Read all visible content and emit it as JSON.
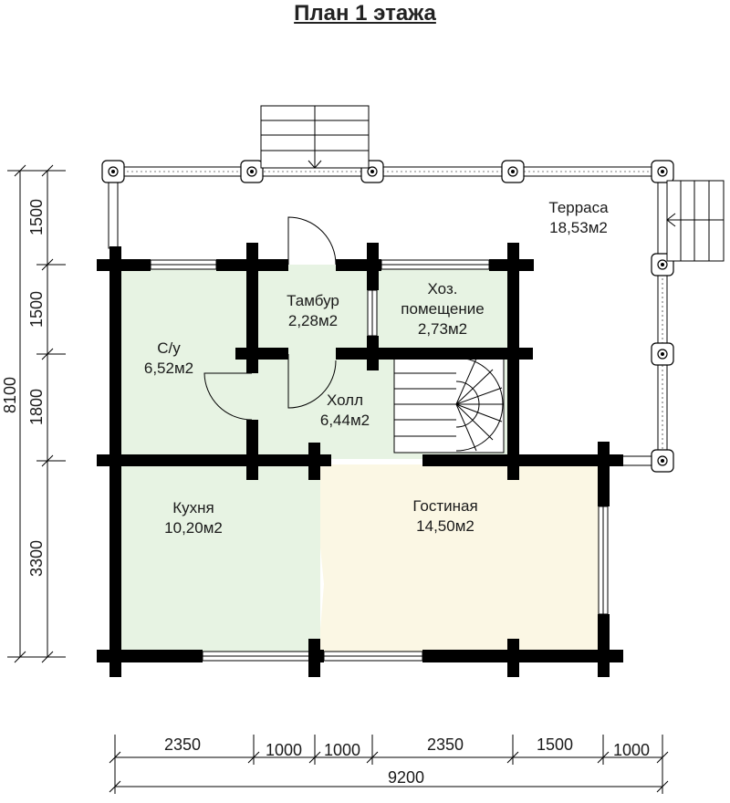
{
  "title": "План 1 этажа",
  "rooms": {
    "terrace": {
      "name": "Терраса",
      "area": "18,53м2"
    },
    "tambur": {
      "name": "Тамбур",
      "area": "2,28м2"
    },
    "storage": {
      "name1": "Хоз.",
      "name2": "помещение",
      "area": "2,73м2"
    },
    "bathroom": {
      "name": "С/у",
      "area": "6,52м2"
    },
    "hall": {
      "name": "Холл",
      "area": "6,44м2"
    },
    "kitchen": {
      "name": "Кухня",
      "area": "10,20м2"
    },
    "living": {
      "name": "Гостиная",
      "area": "14,50м2"
    }
  },
  "dims": {
    "vertical": [
      "1500",
      "1500",
      "1800",
      "3300"
    ],
    "vertical_total": "8100",
    "horizontal": [
      "2350",
      "1000",
      "1000",
      "2350",
      "1500",
      "1000"
    ],
    "horizontal_total": "9200"
  },
  "colors": {
    "green_room": "#e7f3e3",
    "living_room": "#fbf7e4",
    "wall": "#000000"
  }
}
